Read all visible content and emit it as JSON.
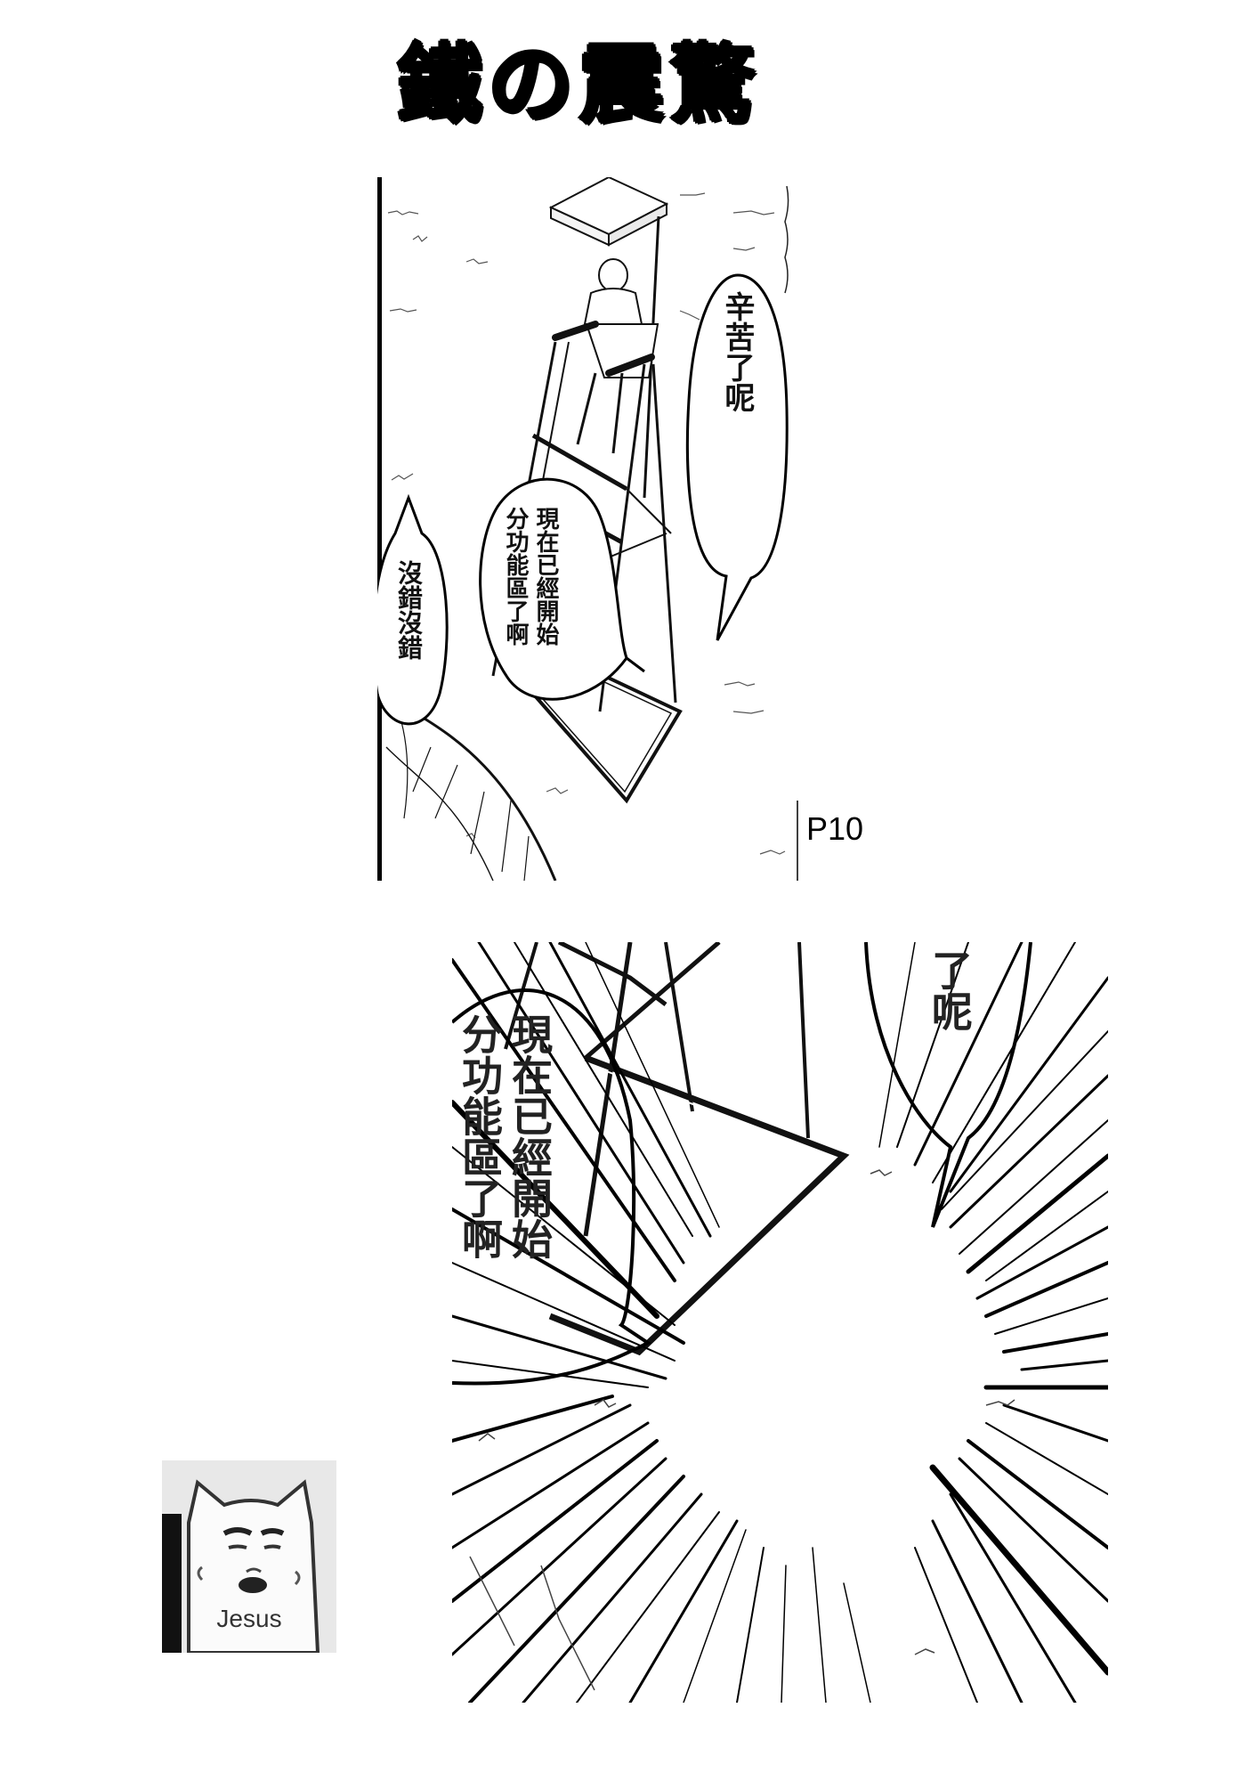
{
  "page": {
    "title": "鐵の震驚",
    "page_number": "P10",
    "background": "#ffffff",
    "ink": "#000000"
  },
  "panel_top": {
    "scene": "lifeguard-chair-on-field",
    "bubbles": [
      {
        "id": "right",
        "text": "辛苦了呢"
      },
      {
        "id": "middle",
        "lines": [
          "現在已經開始",
          "分功能區了啊"
        ]
      },
      {
        "id": "left",
        "text": "沒錯沒錯"
      }
    ]
  },
  "panel_bottom": {
    "scene": "zoomed-chair-base-with-speed-lines",
    "bubbles": [
      {
        "id": "left-zoomed",
        "lines": [
          "現在已經開始",
          "分功能區了啊"
        ]
      },
      {
        "id": "right-zoomed",
        "text": "了呢"
      }
    ]
  },
  "meme": {
    "caption": "Jesus",
    "subject": "cat-face-with-human-face"
  }
}
